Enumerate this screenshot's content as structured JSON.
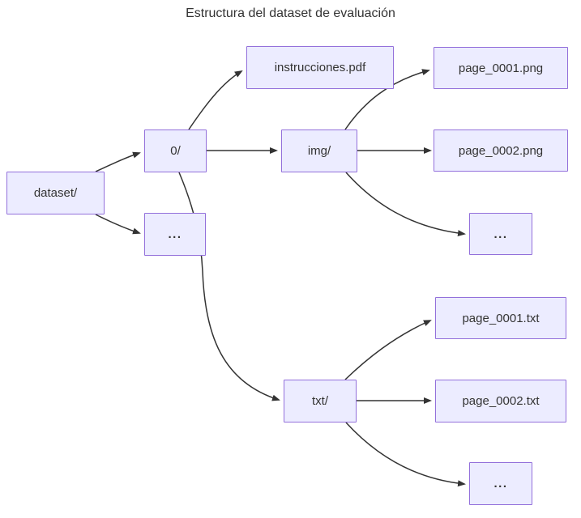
{
  "title": "Estructura del dataset de evaluación",
  "theme": {
    "background": "#FFFFFF",
    "node_fill": "#ECECFF",
    "node_border": "#9370DB",
    "text_color": "#333333",
    "edge_color": "#333333"
  },
  "nodes": [
    {
      "id": "dataset",
      "label": "dataset/"
    },
    {
      "id": "0",
      "label": "0/"
    },
    {
      "id": "ellipsis-root",
      "label": "..."
    },
    {
      "id": "instrucciones-pdf",
      "label": "instrucciones.pdf"
    },
    {
      "id": "img",
      "label": "img/"
    },
    {
      "id": "page-0001-png",
      "label": "page_0001.png"
    },
    {
      "id": "page-0002-png",
      "label": "page_0002.png"
    },
    {
      "id": "ellipsis-img",
      "label": "..."
    },
    {
      "id": "txt",
      "label": "txt/"
    },
    {
      "id": "page-0001-txt",
      "label": "page_0001.txt"
    },
    {
      "id": "page-0002-txt",
      "label": "page_0002.txt"
    },
    {
      "id": "ellipsis-txt",
      "label": "..."
    }
  ],
  "edges": [
    {
      "from": "dataset/",
      "to": "0/"
    },
    {
      "from": "dataset/",
      "to": "..."
    },
    {
      "from": "0/",
      "to": "instrucciones.pdf"
    },
    {
      "from": "0/",
      "to": "img/"
    },
    {
      "from": "0/",
      "to": "txt/"
    },
    {
      "from": "img/",
      "to": "page_0001.png"
    },
    {
      "from": "img/",
      "to": "page_0002.png"
    },
    {
      "from": "img/",
      "to": "..."
    },
    {
      "from": "txt/",
      "to": "page_0001.txt"
    },
    {
      "from": "txt/",
      "to": "page_0002.txt"
    },
    {
      "from": "txt/",
      "to": "..."
    }
  ]
}
